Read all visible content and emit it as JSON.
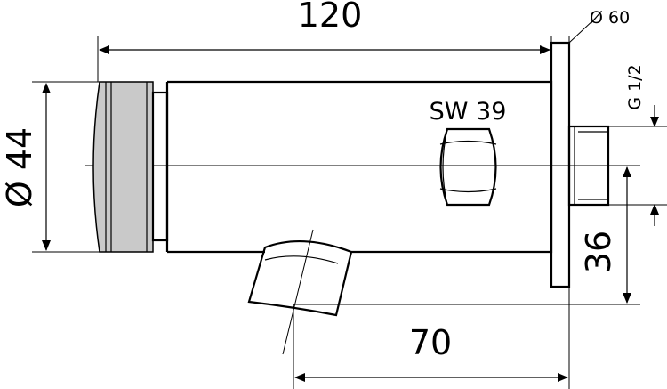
{
  "dimensions": {
    "length_total": "120",
    "flange_diameter": "Ø 60",
    "thread": "G 1/2",
    "body_diameter": "Ø 44",
    "spanner_size": "SW 39",
    "outlet_height": "36",
    "outlet_distance": "70"
  },
  "colors": {
    "line": "#000000",
    "cap_shading": "#c9c9c9",
    "background": "#ffffff"
  }
}
